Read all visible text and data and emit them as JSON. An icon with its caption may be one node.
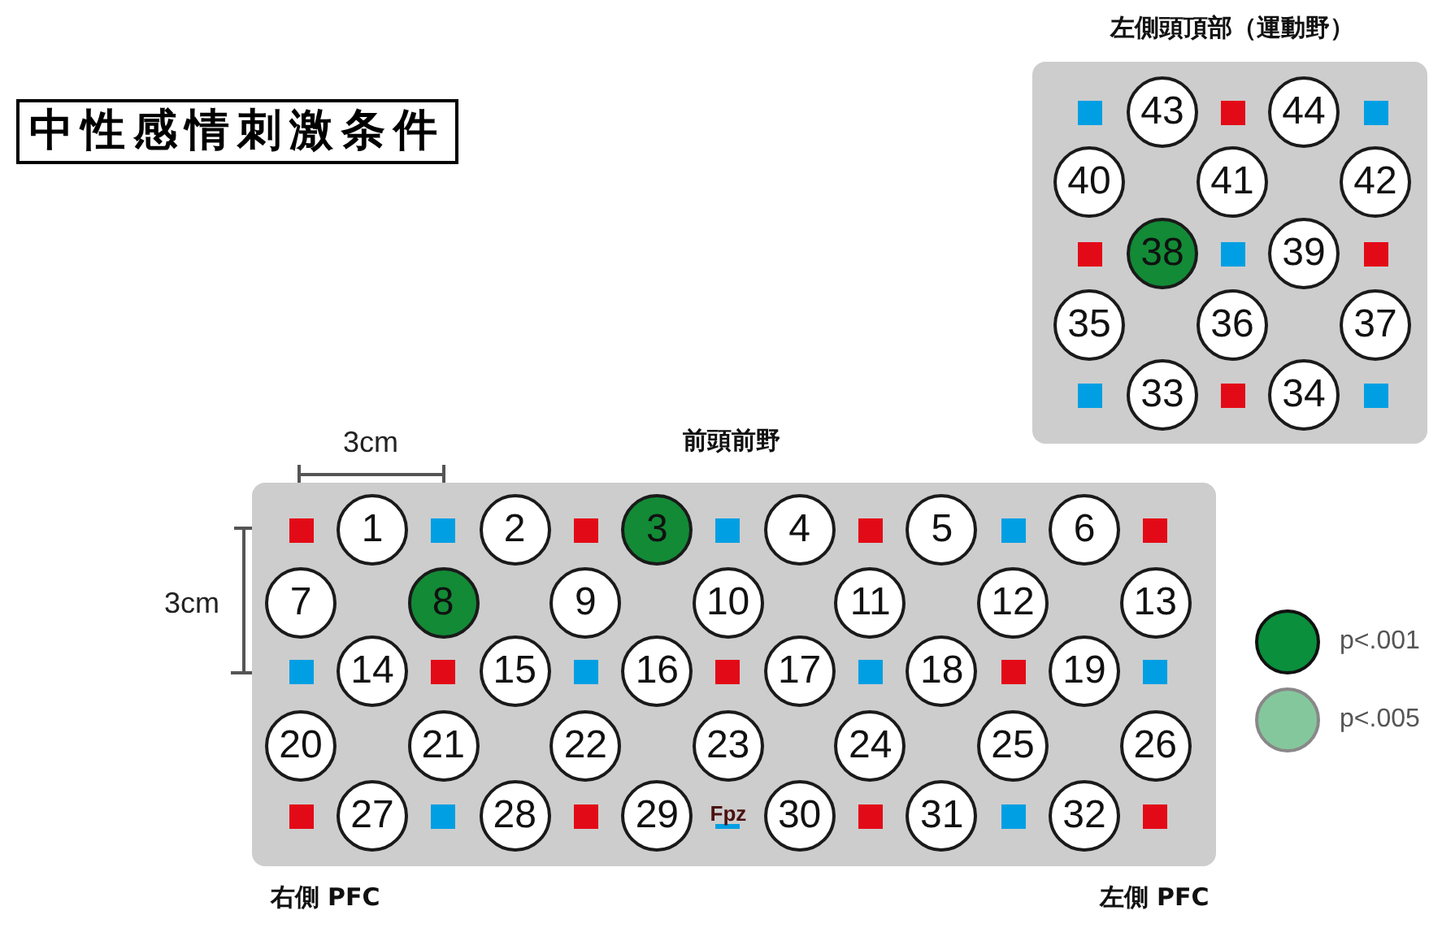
{
  "diagram": {
    "title": "中性感情刺激条件",
    "nodes": [
      {
        "text": [
          "左側頭頂部（運動野）"
        ]
      },
      {
        "text": [
          "43"
        ],
        "in": 0
      },
      {
        "text": [
          "44"
        ],
        "in": 0
      },
      {
        "text": [
          "40"
        ],
        "in": 0
      },
      {
        "text": [
          "41"
        ],
        "in": 0
      },
      {
        "text": [
          "42"
        ],
        "in": 0
      },
      {
        "text": [
          "38"
        ],
        "in": 0
      },
      {
        "text": [
          "39"
        ],
        "in": 0
      },
      {
        "text": [
          "35"
        ],
        "in": 0
      },
      {
        "text": [
          "36"
        ],
        "in": 0
      },
      {
        "text": [
          "37"
        ],
        "in": 0
      },
      {
        "text": [
          "33"
        ],
        "in": 0
      },
      {
        "text": [
          "34"
        ],
        "in": 0
      },
      {
        "text": [
          "前頭前野"
        ],
        "beside": [
          "右側 PFC",
          "左側 PFC"
        ]
      },
      {
        "text": [
          "1"
        ],
        "in": 13
      },
      {
        "text": [
          "2"
        ],
        "in": 13
      },
      {
        "text": [
          "3"
        ],
        "in": 13
      },
      {
        "text": [
          "4"
        ],
        "in": 13
      },
      {
        "text": [
          "5"
        ],
        "in": 13
      },
      {
        "text": [
          "6"
        ],
        "in": 13
      },
      {
        "text": [
          "7"
        ],
        "in": 13
      },
      {
        "text": [
          "8"
        ],
        "in": 13
      },
      {
        "text": [
          "9"
        ],
        "in": 13
      },
      {
        "text": [
          "10"
        ],
        "in": 13
      },
      {
        "text": [
          "11"
        ],
        "in": 13
      },
      {
        "text": [
          "12"
        ],
        "in": 13
      },
      {
        "text": [
          "13"
        ],
        "in": 13
      },
      {
        "text": [
          "14"
        ],
        "in": 13
      },
      {
        "text": [
          "15"
        ],
        "in": 13
      },
      {
        "text": [
          "16"
        ],
        "in": 13
      },
      {
        "text": [
          "17"
        ],
        "in": 13
      },
      {
        "text": [
          "18"
        ],
        "in": 13
      },
      {
        "text": [
          "19"
        ],
        "in": 13
      },
      {
        "text": [
          "20"
        ],
        "in": 13
      },
      {
        "text": [
          "21"
        ],
        "in": 13
      },
      {
        "text": [
          "22"
        ],
        "in": 13
      },
      {
        "text": [
          "23"
        ],
        "in": 13
      },
      {
        "text": [
          "24"
        ],
        "in": 13
      },
      {
        "text": [
          "25"
        ],
        "in": 13
      },
      {
        "text": [
          "26"
        ],
        "in": 13
      },
      {
        "text": [
          "27"
        ],
        "in": 13
      },
      {
        "text": [
          "28"
        ],
        "in": 13
      },
      {
        "text": [
          "29"
        ],
        "in": 13
      },
      {
        "text": [
          "30"
        ],
        "in": 13
      },
      {
        "text": [
          "31"
        ],
        "in": 13
      },
      {
        "text": [
          "32"
        ],
        "in": 13
      }
    ],
    "labels": [
      "3cm",
      "3cm",
      "Fpz"
    ],
    "legend": [
      {
        "text": "p<.001",
        "color": "#0a8f3c"
      },
      {
        "text": "p<.005",
        "color": "#85c79c"
      }
    ]
  }
}
